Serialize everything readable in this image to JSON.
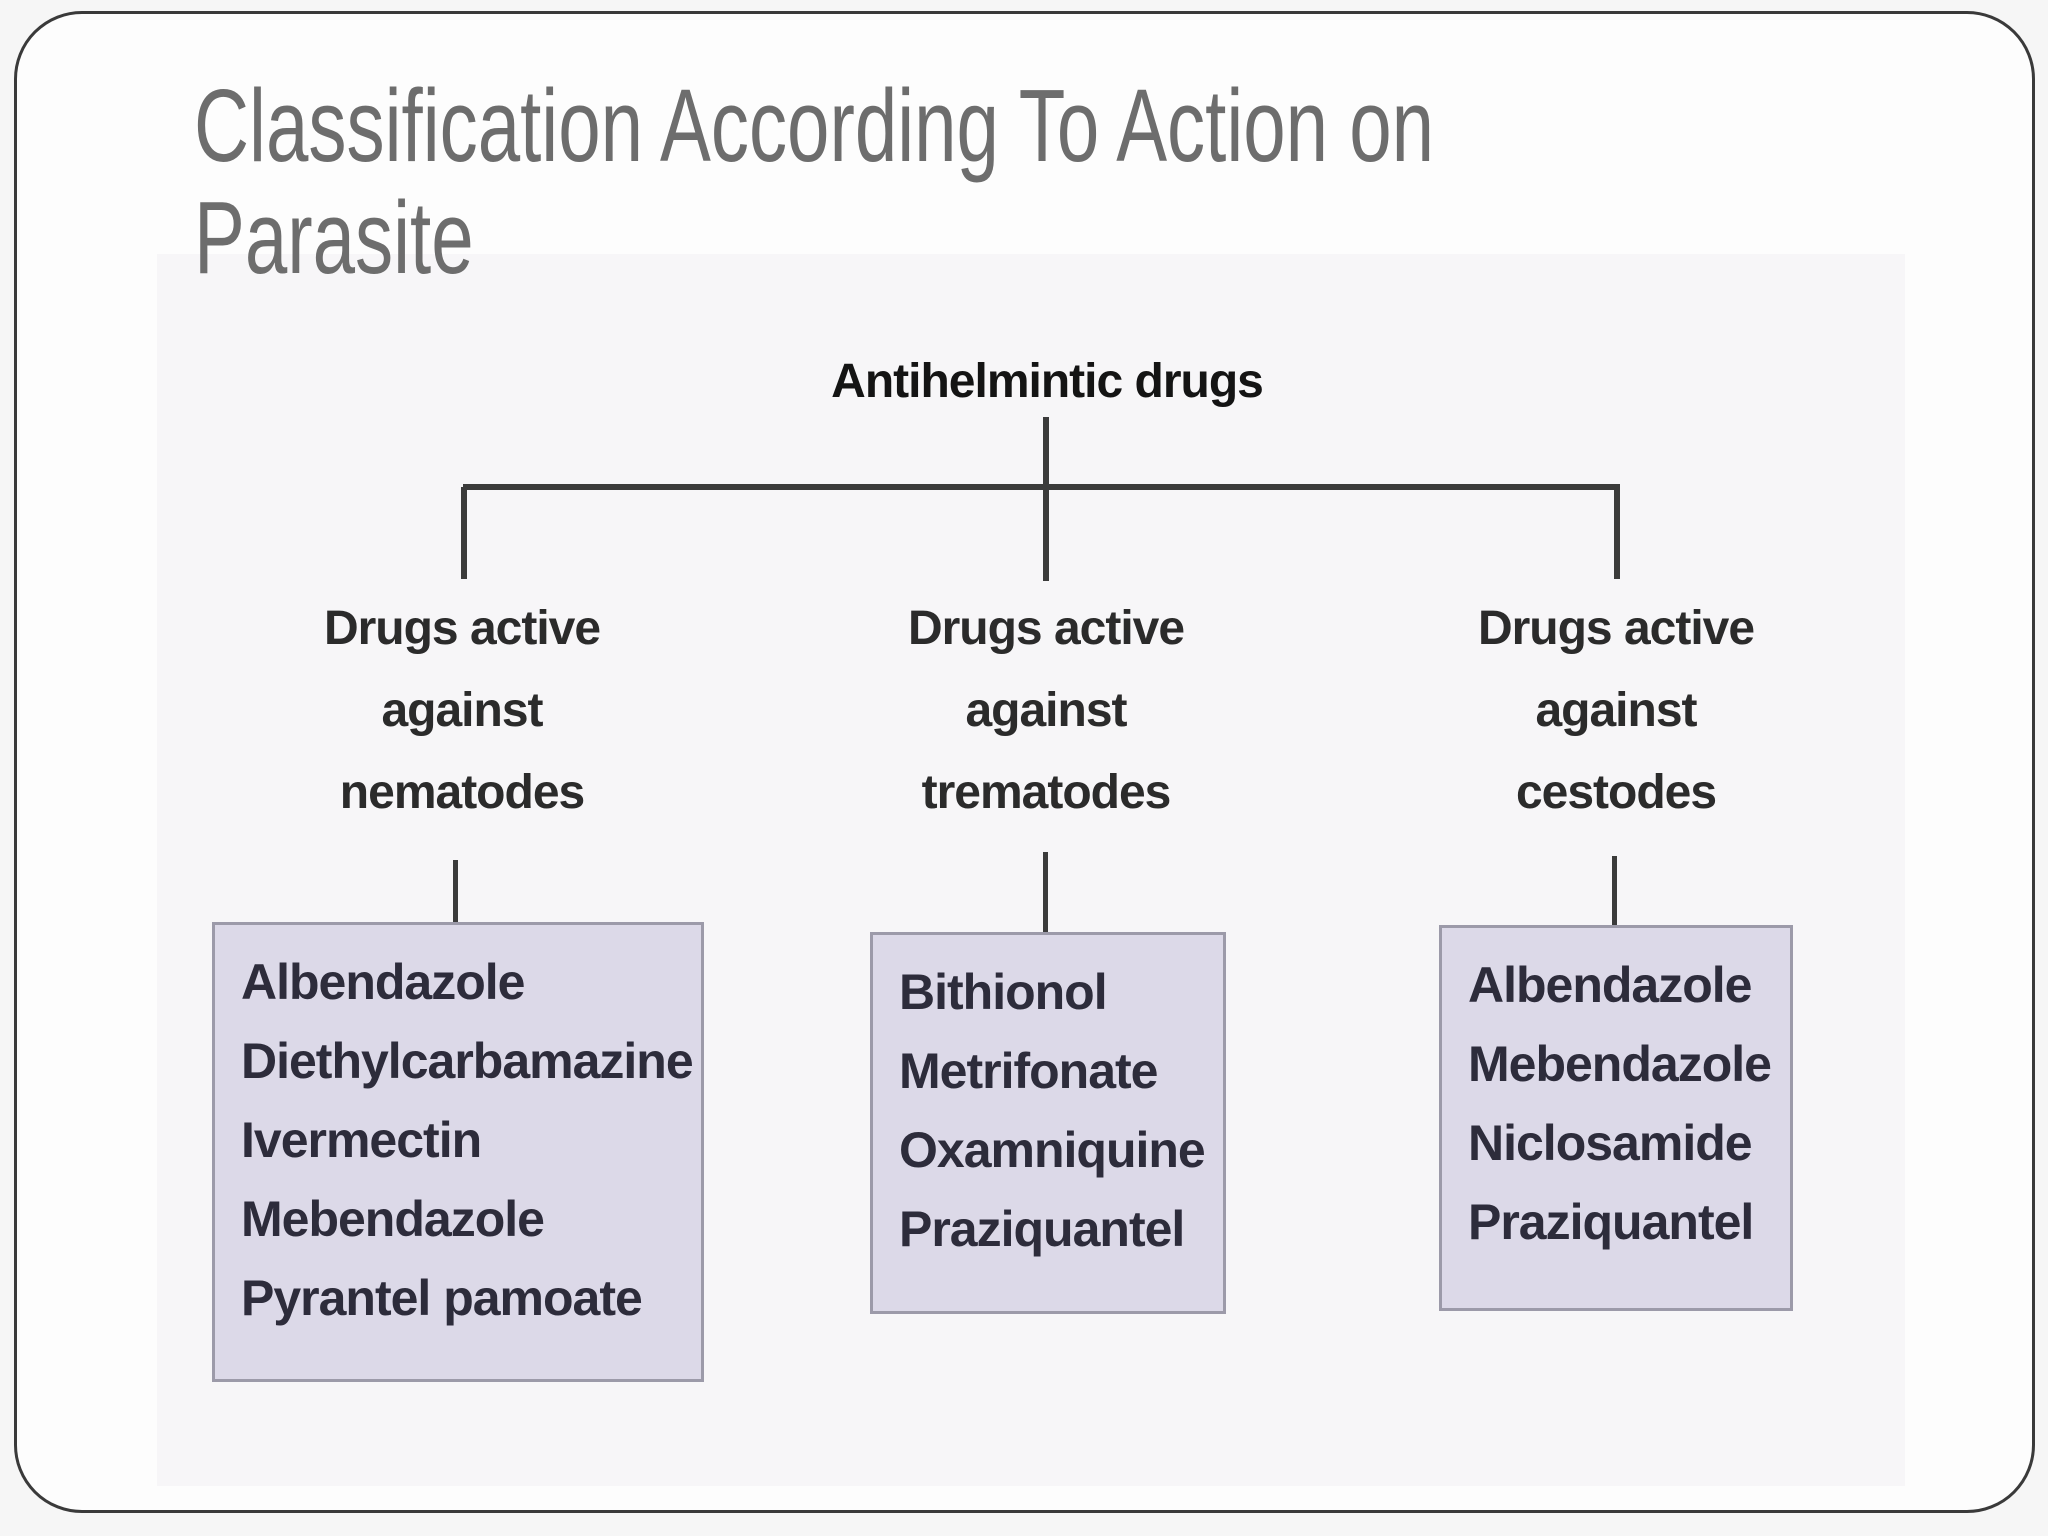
{
  "title": {
    "line1": "Classification According To Action on",
    "line2": "Parasite"
  },
  "diagram": {
    "root": "Antihelmintic drugs",
    "branches": [
      {
        "label": [
          "Drugs active",
          "against",
          "nematodes"
        ],
        "drugs": [
          "Albendazole",
          "Diethylcarbamazine",
          "Ivermectin",
          "Mebendazole",
          "Pyrantel pamoate"
        ]
      },
      {
        "label": [
          "Drugs active",
          "against",
          "trematodes"
        ],
        "drugs": [
          "Bithionol",
          "Metrifonate",
          "Oxamniquine",
          "Praziquantel"
        ]
      },
      {
        "label": [
          "Drugs active",
          "against",
          "cestodes"
        ],
        "drugs": [
          "Albendazole",
          "Mebendazole",
          "Niclosamide",
          "Praziquantel"
        ]
      }
    ]
  },
  "colors": {
    "title_text": "#6d6d6d",
    "root_text": "#141414",
    "label_text": "#2b2b2b",
    "drug_text": "#2d2c3b",
    "box_fill": "#dcd9e8",
    "box_border": "#9c9aa9",
    "connector_line": "#3b3b3b",
    "slide_border": "#3a3a3a",
    "slide_background": "#fdfdfd"
  }
}
